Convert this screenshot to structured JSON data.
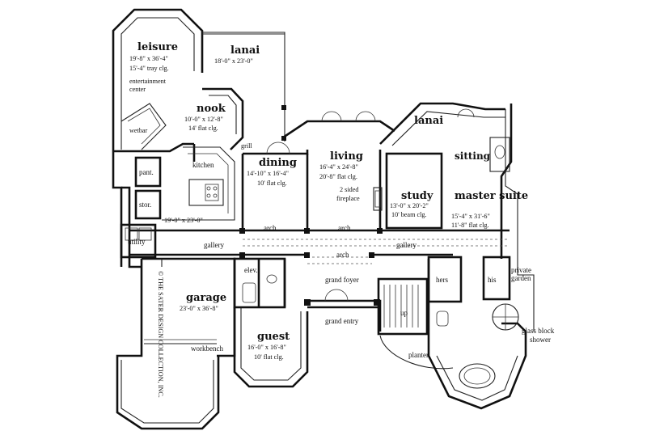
{
  "plan_title": "",
  "copyright": "© THE SATER DESIGN COLLECTION, INC.",
  "rooms": [
    {
      "id": "leisure",
      "name": "leisure",
      "dims": [
        "19'-8\" x 36'-4\"",
        "15'-4\" tray clg."
      ]
    },
    {
      "id": "lanai-left",
      "name": "lanai",
      "dims": [
        "18'-0\" x 23'-0\""
      ]
    },
    {
      "id": "nook",
      "name": "nook",
      "dims": [
        "10'-0\" x 12'-8\"",
        "14' flat clg."
      ]
    },
    {
      "id": "kitchen",
      "name": "kitchen",
      "dims": [
        "19'-0\" x 23'-0\""
      ]
    },
    {
      "id": "dining",
      "name": "dining",
      "dims": [
        "14'-10\" x 16'-4\"",
        "10' flat clg."
      ]
    },
    {
      "id": "living",
      "name": "living",
      "dims": [
        "16'-4\" x 24'-8\"",
        "20'-8\" flat clg."
      ]
    },
    {
      "id": "lanai-right",
      "name": "lanai",
      "dims": []
    },
    {
      "id": "study",
      "name": "study",
      "dims": [
        "13'-0\" x 20'-2\"",
        "10' beam clg."
      ]
    },
    {
      "id": "master-suite",
      "name": "master suite",
      "dims": [
        "15'-4\" x 31'-6\"",
        "11'-8\" flat clg."
      ]
    },
    {
      "id": "garage",
      "name": "garage",
      "dims": [
        "23'-0\" x 36'-8\""
      ]
    },
    {
      "id": "guest",
      "name": "guest",
      "dims": [
        "16'-0\" x 16'-8\"",
        "10' flat clg."
      ]
    }
  ],
  "labels": {
    "entertainment": "entertainment",
    "center": "center",
    "wetbar": "wetbar",
    "grill": "grill",
    "pant": "pant.",
    "stor": "stor.",
    "utility": "utility",
    "arch_dining": "arch",
    "arch_living": "arch",
    "arch_foyer": "arch",
    "gallery_left": "gallery",
    "gallery_right": "gallery",
    "two_sided": "2 sided",
    "fireplace": "fireplace",
    "sitting": "sitting",
    "elev": "elev.",
    "grand_foyer": "grand foyer",
    "grand_entry": "grand entry",
    "up": "up",
    "hers": "hers",
    "his": "his",
    "private": "private",
    "garden": "garden",
    "glass_block": "glass block",
    "shower": "shower",
    "planter": "planter",
    "workbench": "workbench"
  }
}
